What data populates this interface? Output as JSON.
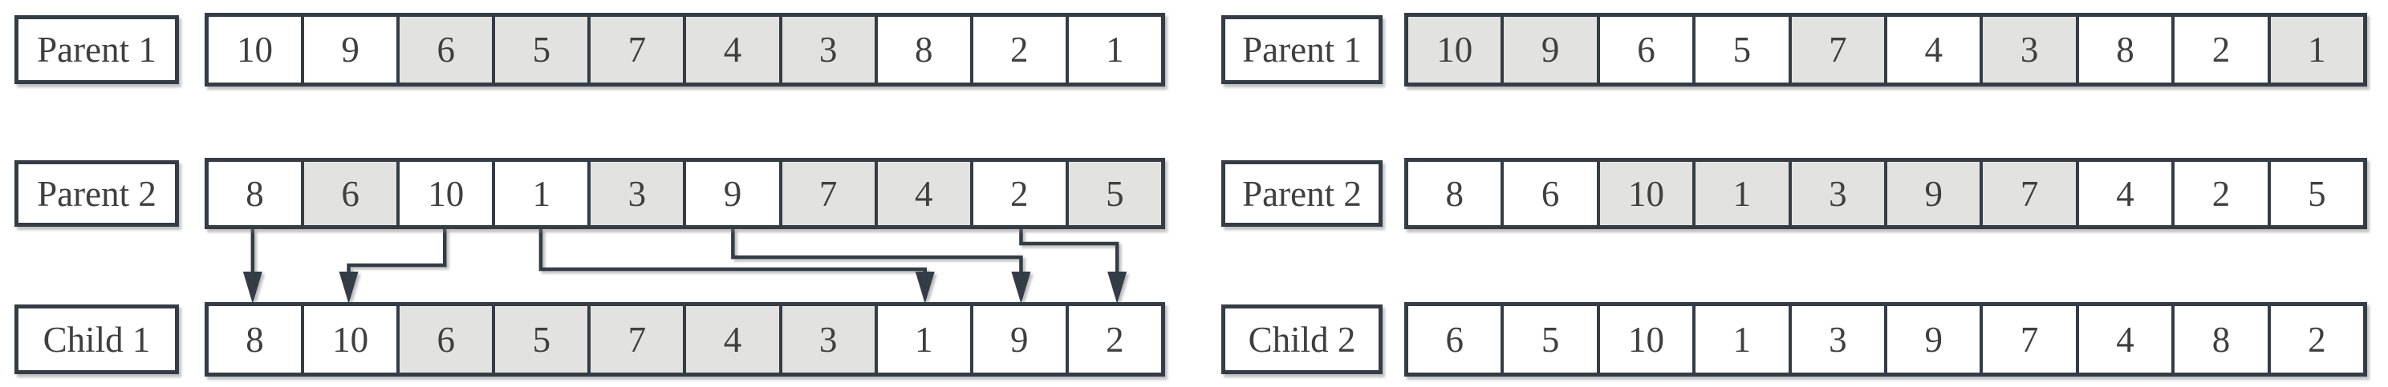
{
  "diagram": {
    "panels": [
      {
        "id": "left",
        "rows": [
          {
            "label": "Parent 1",
            "cells": [
              {
                "v": "10",
                "shaded": false
              },
              {
                "v": "9",
                "shaded": false
              },
              {
                "v": "6",
                "shaded": true
              },
              {
                "v": "5",
                "shaded": true
              },
              {
                "v": "7",
                "shaded": true
              },
              {
                "v": "4",
                "shaded": true
              },
              {
                "v": "3",
                "shaded": true
              },
              {
                "v": "8",
                "shaded": false
              },
              {
                "v": "2",
                "shaded": false
              },
              {
                "v": "1",
                "shaded": false
              }
            ]
          },
          {
            "label": "Parent 2",
            "cells": [
              {
                "v": "8",
                "shaded": false
              },
              {
                "v": "6",
                "shaded": true
              },
              {
                "v": "10",
                "shaded": false
              },
              {
                "v": "1",
                "shaded": false
              },
              {
                "v": "3",
                "shaded": true
              },
              {
                "v": "9",
                "shaded": false
              },
              {
                "v": "7",
                "shaded": true
              },
              {
                "v": "4",
                "shaded": true
              },
              {
                "v": "2",
                "shaded": false
              },
              {
                "v": "5",
                "shaded": true
              }
            ]
          },
          {
            "label": "Child 1",
            "cells": [
              {
                "v": "8",
                "shaded": false
              },
              {
                "v": "10",
                "shaded": false
              },
              {
                "v": "6",
                "shaded": true
              },
              {
                "v": "5",
                "shaded": true
              },
              {
                "v": "7",
                "shaded": true
              },
              {
                "v": "4",
                "shaded": true
              },
              {
                "v": "3",
                "shaded": true
              },
              {
                "v": "1",
                "shaded": false
              },
              {
                "v": "9",
                "shaded": false
              },
              {
                "v": "2",
                "shaded": false
              }
            ]
          }
        ],
        "arrows": [
          {
            "from_col": 1,
            "to_col": 1,
            "level": null
          },
          {
            "from_col": 3,
            "to_col": 2,
            "level": 331
          },
          {
            "from_col": 4,
            "to_col": 8,
            "level": 336
          },
          {
            "from_col": 6,
            "to_col": 9,
            "level": 321
          },
          {
            "from_col": 9,
            "to_col": 10,
            "level": 304
          }
        ]
      },
      {
        "id": "right",
        "rows": [
          {
            "label": "Parent 1",
            "cells": [
              {
                "v": "10",
                "shaded": true
              },
              {
                "v": "9",
                "shaded": true
              },
              {
                "v": "6",
                "shaded": false
              },
              {
                "v": "5",
                "shaded": false
              },
              {
                "v": "7",
                "shaded": true
              },
              {
                "v": "4",
                "shaded": false
              },
              {
                "v": "3",
                "shaded": true
              },
              {
                "v": "8",
                "shaded": false
              },
              {
                "v": "2",
                "shaded": false
              },
              {
                "v": "1",
                "shaded": true
              }
            ]
          },
          {
            "label": "Parent 2",
            "cells": [
              {
                "v": "8",
                "shaded": false
              },
              {
                "v": "6",
                "shaded": false
              },
              {
                "v": "10",
                "shaded": true
              },
              {
                "v": "1",
                "shaded": true
              },
              {
                "v": "3",
                "shaded": true
              },
              {
                "v": "9",
                "shaded": true
              },
              {
                "v": "7",
                "shaded": true
              },
              {
                "v": "4",
                "shaded": false
              },
              {
                "v": "2",
                "shaded": false
              },
              {
                "v": "5",
                "shaded": false
              }
            ]
          },
          {
            "label": "Child 2",
            "cells": [
              {
                "v": "6",
                "shaded": false
              },
              {
                "v": "5",
                "shaded": false
              },
              {
                "v": "10",
                "shaded": false
              },
              {
                "v": "1",
                "shaded": false
              },
              {
                "v": "3",
                "shaded": false
              },
              {
                "v": "9",
                "shaded": false
              },
              {
                "v": "7",
                "shaded": false
              },
              {
                "v": "4",
                "shaded": false
              },
              {
                "v": "8",
                "shaded": false
              },
              {
                "v": "2",
                "shaded": false
              }
            ]
          }
        ],
        "arrows": []
      }
    ]
  },
  "colors": {
    "background": "#ffffff",
    "border": "#343c46",
    "cell_fill": "#ffffff",
    "cell_shaded": "#e2e2e0",
    "text": "#3f3f3f",
    "arrow": "#343c46"
  }
}
